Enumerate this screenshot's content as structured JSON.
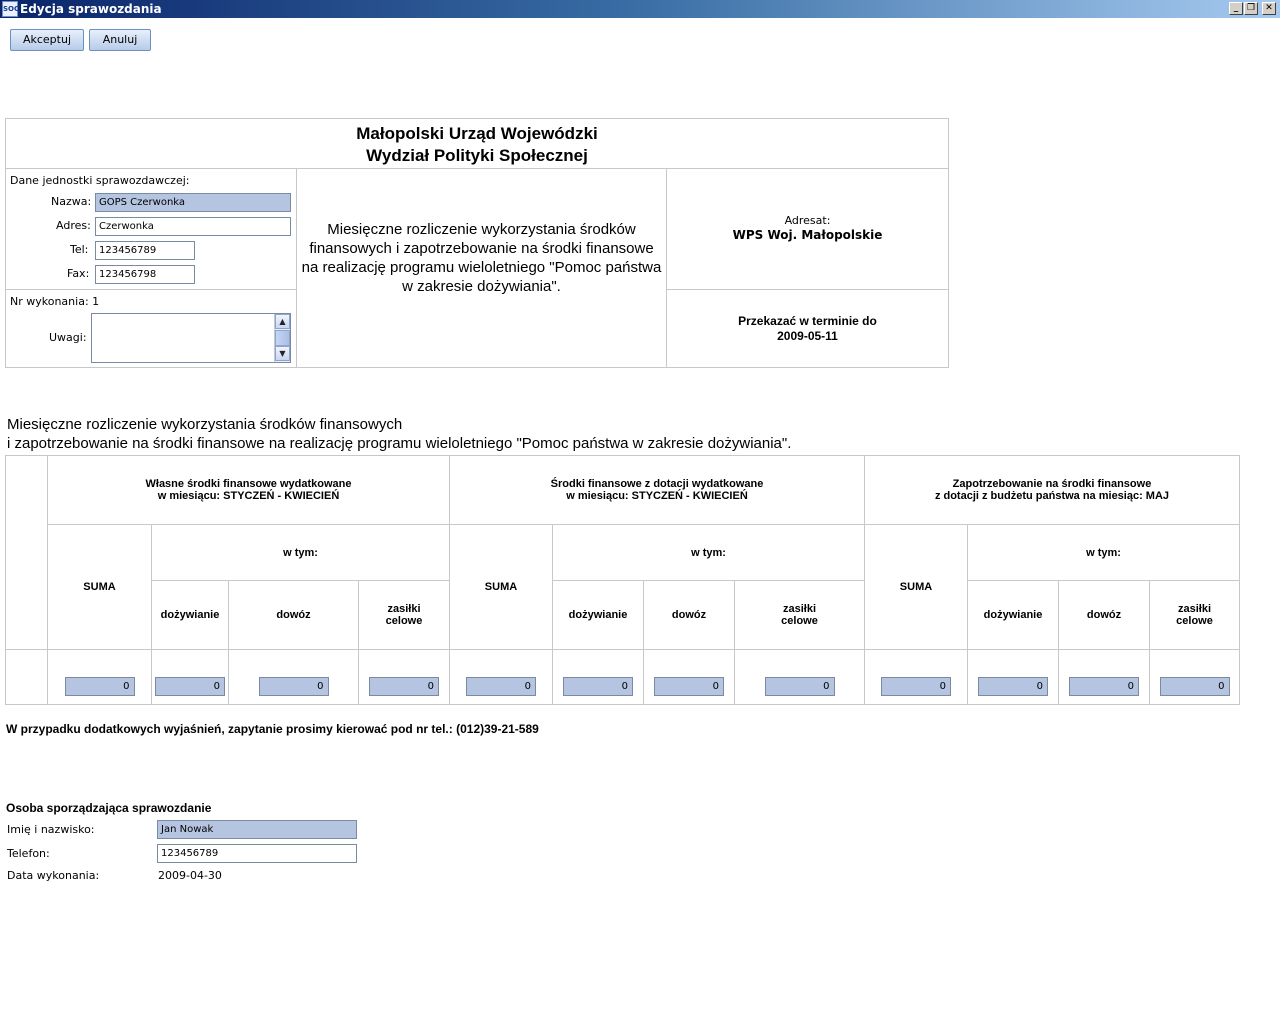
{
  "window": {
    "title": "Edycja sprawozdania",
    "app_icon_text": "SOC",
    "minimize": "_",
    "restore": "❐",
    "close": "✕"
  },
  "toolbar": {
    "accept_label": "Akceptuj",
    "cancel_label": "Anuluj"
  },
  "header": {
    "institution_line1": "Małopolski Urząd Wojewódzki",
    "institution_line2": "Wydział Polityki Społecznej",
    "unit_label": "Dane jednostki sprawozdawczej:",
    "name_label": "Nazwa:",
    "name_value": "GOPS Czerwonka",
    "address_label": "Adres:",
    "address_value": "Czerwonka",
    "tel_label": "Tel:",
    "tel_value": "123456789",
    "fax_label": "Fax:",
    "fax_value": "123456798",
    "exec_number_label": "Nr wykonania: 1",
    "remarks_label": "Uwagi:",
    "remarks_value": "",
    "description": "Miesięczne rozliczenie wykorzystania środków finansowych i zapotrzebowanie na środki finansowe na realizację programu wieloletniego \"Pomoc państwa w zakresie dożywiania\".",
    "addressee_label": "Adresat:",
    "addressee_value": "WPS Woj. Małopolskie",
    "deadline_label": "Przekazać w terminie do",
    "deadline_value": "2009-05-11"
  },
  "section": {
    "title_line1": "Miesięczne rozliczenie wykorzystania środków finansowych",
    "title_line2": "i zapotrzebowanie na środki finansowe na realizację programu wieloletniego \"Pomoc państwa w zakresie dożywiania\"."
  },
  "table": {
    "groups": [
      {
        "line1": "Własne środki finansowe wydatkowane",
        "line2": "w miesiącu: STYCZEŃ - KWIECIEŃ"
      },
      {
        "line1": "Środki finansowe z dotacji wydatkowane",
        "line2": "w miesiącu: STYCZEŃ - KWIECIEŃ"
      },
      {
        "line1": "Zapotrzebowanie na środki finansowe",
        "line2": "z dotacji z budżetu państwa na miesiąc: MAJ"
      }
    ],
    "sum_label": "SUMA",
    "including_label": "w tym:",
    "col_feeding": "dożywianie",
    "col_transport": "dowóz",
    "col_allowance_l1": "zasiłki",
    "col_allowance_l2": "celowe",
    "values": [
      "0",
      "0",
      "0",
      "0",
      "0",
      "0",
      "0",
      "0",
      "0",
      "0",
      "0",
      "0"
    ]
  },
  "note": "W przypadku dodatkowych wyjaśnień, zapytanie prosimy kierować pod nr tel.: (012)39-21-589",
  "preparer": {
    "title": "Osoba sporządzająca sprawozdanie",
    "name_label": "Imię i nazwisko:",
    "name_value": "Jan Nowak",
    "phone_label": "Telefon:",
    "phone_value": "123456789",
    "date_label": "Data wykonania:",
    "date_value": "2009-04-30"
  }
}
